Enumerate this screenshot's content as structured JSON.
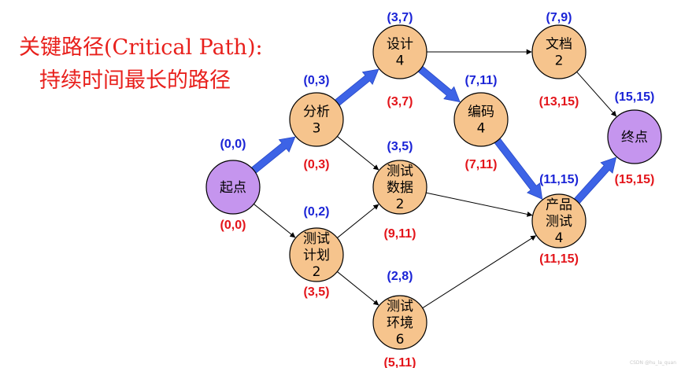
{
  "title": {
    "line1": "关键路径(Critical Path):",
    "line2": "持续时间最长的路径"
  },
  "colors": {
    "task_node": "#f6c48d",
    "endpoint_node": "#c595ee",
    "early_label": "#1a23d6",
    "late_label": "#e3141a",
    "critical_arrow": "#3d63e6",
    "title": "#e8201c"
  },
  "nodes": [
    {
      "id": "start",
      "lines": [
        "起点"
      ],
      "early": "(0,0)",
      "late": "(0,0)",
      "kind": "endpoint"
    },
    {
      "id": "analysis",
      "lines": [
        "分析",
        "3"
      ],
      "early": "(0,3)",
      "late": "(0,3)",
      "kind": "task"
    },
    {
      "id": "test-plan",
      "lines": [
        "测试",
        "计划",
        "2"
      ],
      "early": "(0,2)",
      "late": "(3,5)",
      "kind": "task"
    },
    {
      "id": "design",
      "lines": [
        "设计",
        "4"
      ],
      "early": "(3,7)",
      "late": "(3,7)",
      "kind": "task"
    },
    {
      "id": "test-data",
      "lines": [
        "测试",
        "数据",
        "2"
      ],
      "early": "(3,5)",
      "late": "(9,11)",
      "kind": "task"
    },
    {
      "id": "test-env",
      "lines": [
        "测试",
        "环境",
        "6"
      ],
      "early": "(2,8)",
      "late": "(5,11)",
      "kind": "task"
    },
    {
      "id": "coding",
      "lines": [
        "编码",
        "4"
      ],
      "early": "(7,11)",
      "late": "(7,11)",
      "kind": "task"
    },
    {
      "id": "docs",
      "lines": [
        "文档",
        "2"
      ],
      "early": "(7,9)",
      "late": "(13,15)",
      "kind": "task"
    },
    {
      "id": "product-test",
      "lines": [
        "产品",
        "测试",
        "4"
      ],
      "early": "(11,15)",
      "late": "(11,15)",
      "kind": "task"
    },
    {
      "id": "end",
      "lines": [
        "终点"
      ],
      "early": "(15,15)",
      "late": "(15,15)",
      "kind": "endpoint"
    }
  ],
  "edges": [
    {
      "from": "start",
      "to": "analysis",
      "critical": true
    },
    {
      "from": "start",
      "to": "test-plan",
      "critical": false
    },
    {
      "from": "analysis",
      "to": "design",
      "critical": true
    },
    {
      "from": "analysis",
      "to": "test-data",
      "critical": false
    },
    {
      "from": "test-plan",
      "to": "test-data",
      "critical": false
    },
    {
      "from": "test-plan",
      "to": "test-env",
      "critical": false
    },
    {
      "from": "design",
      "to": "coding",
      "critical": true
    },
    {
      "from": "design",
      "to": "docs",
      "critical": false
    },
    {
      "from": "coding",
      "to": "product-test",
      "critical": true
    },
    {
      "from": "test-data",
      "to": "product-test",
      "critical": false
    },
    {
      "from": "test-env",
      "to": "product-test",
      "critical": false
    },
    {
      "from": "docs",
      "to": "end",
      "critical": false
    },
    {
      "from": "product-test",
      "to": "end",
      "critical": true
    }
  ],
  "watermark": "CSDN @hu_la_quan"
}
